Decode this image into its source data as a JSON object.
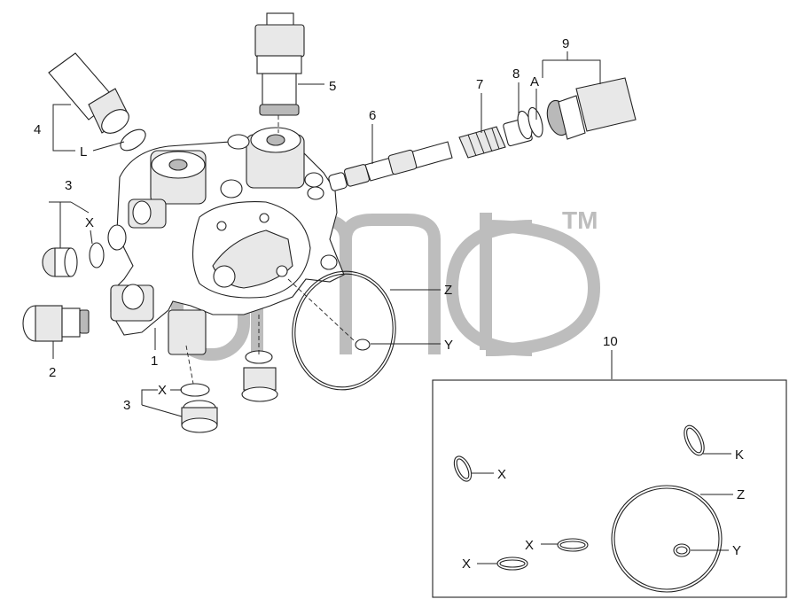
{
  "diagram": {
    "callouts": {
      "p1": "1",
      "p2": "2",
      "p3a": "3",
      "p3b": "3",
      "p4": "4",
      "p5": "5",
      "p6": "6",
      "p7": "7",
      "p8": "8",
      "p9": "9",
      "p10": "10",
      "L": "L",
      "A": "A",
      "X1": "X",
      "X2": "X",
      "Z1": "Z",
      "Y1": "Y"
    },
    "kit_callouts": {
      "X1": "X",
      "X2": "X",
      "X3": "X",
      "K": "K",
      "Z": "Z",
      "Y": "Y"
    },
    "watermark": {
      "tm": "TM"
    }
  }
}
